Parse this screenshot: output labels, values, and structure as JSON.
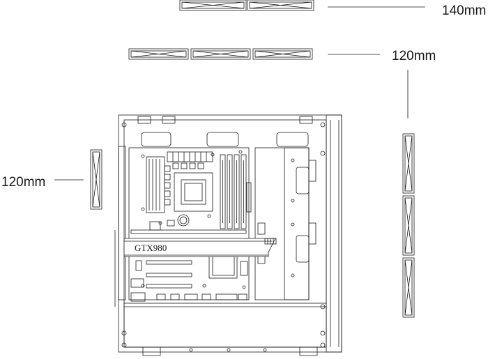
{
  "labels": {
    "fan_140": "140mm",
    "fan_120_top": "120mm",
    "fan_120_rear": "120mm",
    "gpu": "GTX980"
  },
  "colors": {
    "line": "#1a1a1a",
    "fill": "#ffffff",
    "dark": "#333333"
  },
  "icons": {
    "fan": "crossed-rectangle",
    "case": "pc-case-side-view"
  }
}
